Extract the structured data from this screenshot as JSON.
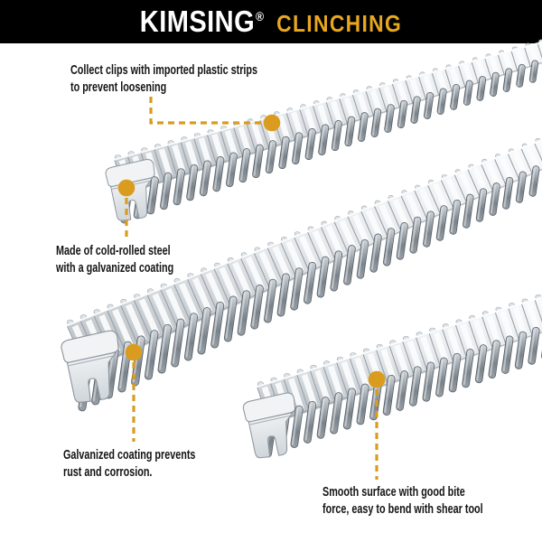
{
  "header": {
    "brand": "KIMSING",
    "registered_mark": "®",
    "product_line": "CLINCHING"
  },
  "callouts": {
    "collect": {
      "line1": "Collect clips with imported plastic strips",
      "line2": "to prevent loosening"
    },
    "material": {
      "line1": "Made of cold-rolled steel",
      "line2": "with a galvanized coating"
    },
    "coating": {
      "line1": "Galvanized coating prevents",
      "line2": "rust and corrosion."
    },
    "surface": {
      "line1": "Smooth surface with good bite",
      "line2": "force, easy to bend with shear tool"
    }
  },
  "colors": {
    "header_bg": "#000000",
    "brand_text": "#ffffff",
    "accent_bright": "#E8A71F",
    "leader_gold": "#D99C1E",
    "callout_text": "#141414",
    "background": "#ffffff",
    "metal_light": "#f4f6f7",
    "metal_mid": "#c9cfd4",
    "metal_dark": "#777f86"
  }
}
